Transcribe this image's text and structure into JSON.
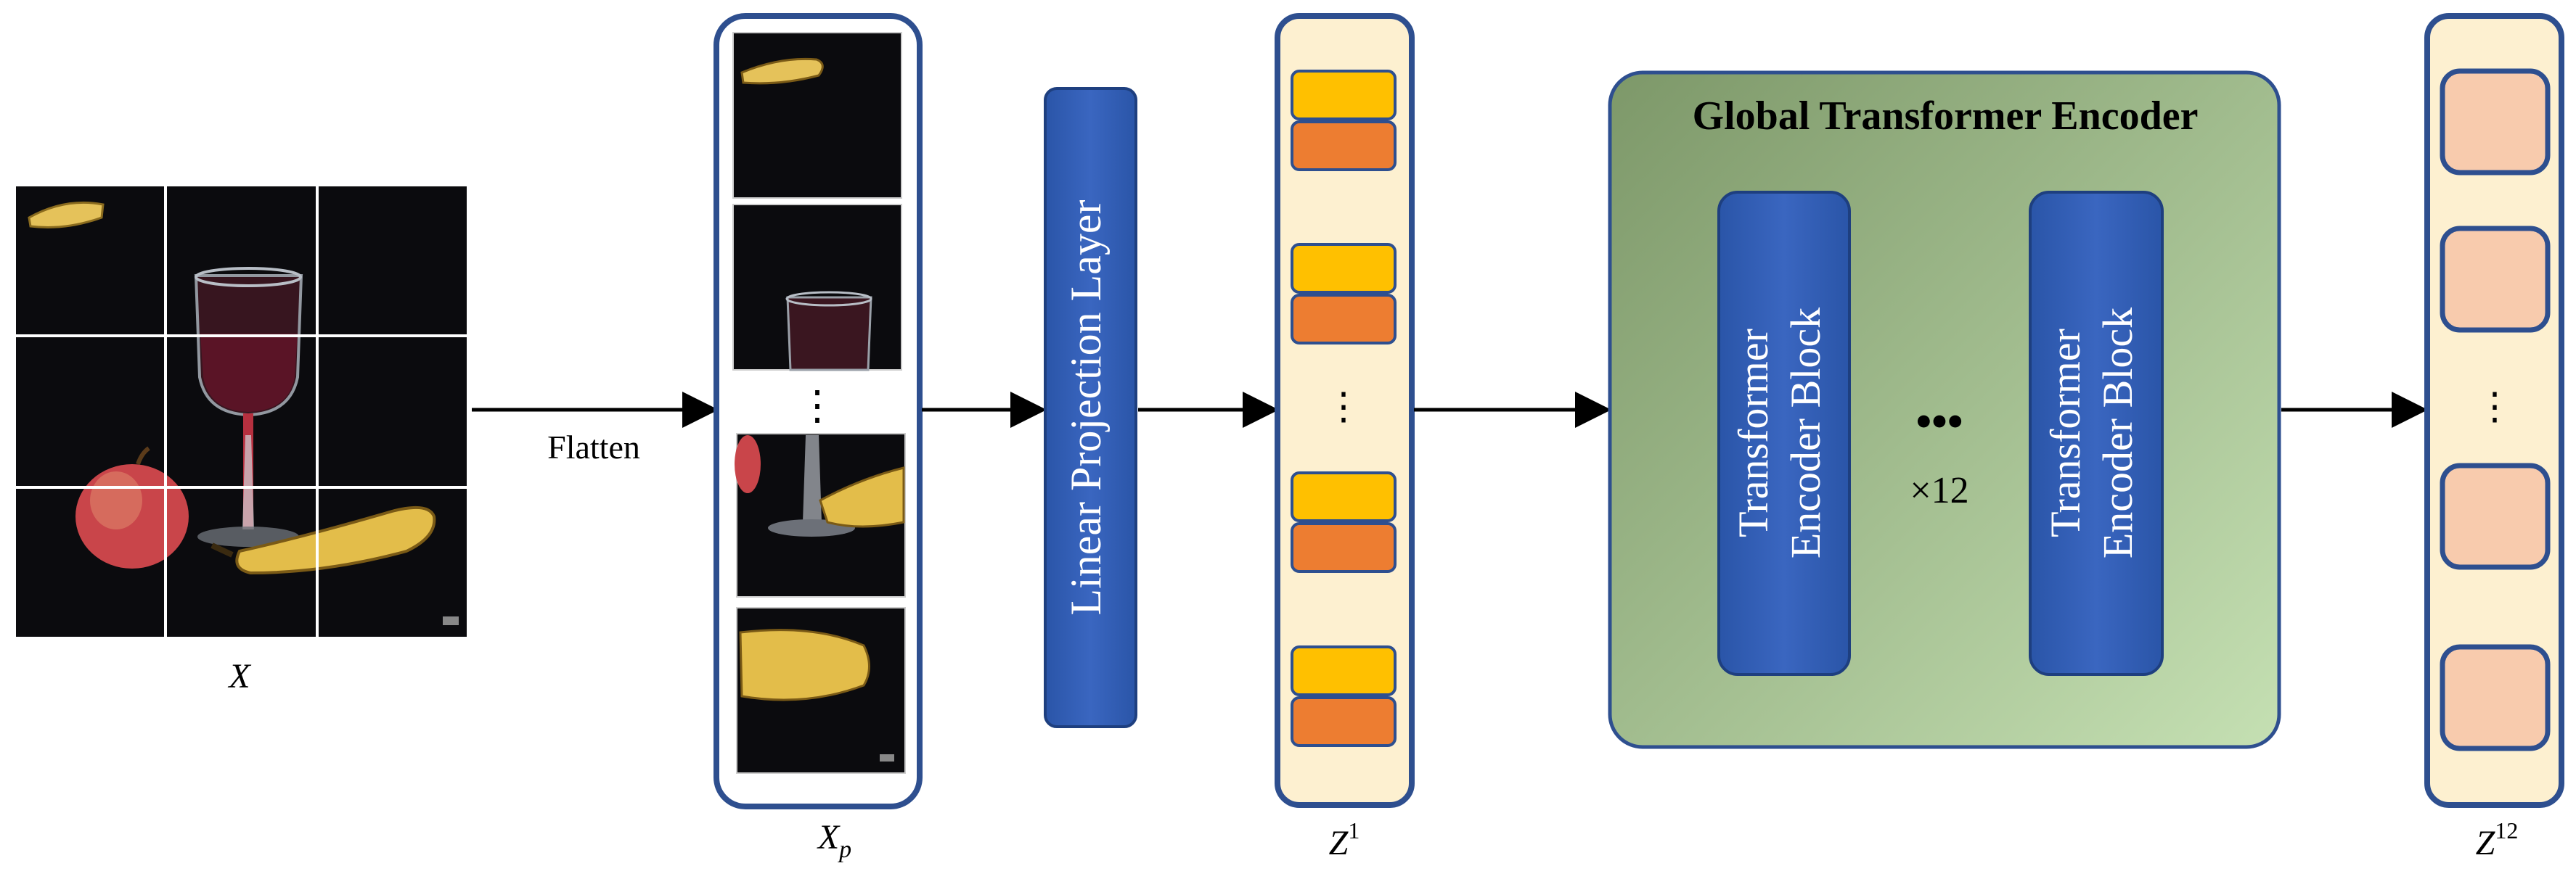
{
  "input_image": {
    "label_var": "X",
    "grid": "3x3",
    "objects": [
      "banana-slice",
      "wine-glass",
      "apple",
      "banana"
    ]
  },
  "flatten": {
    "label": "Flatten"
  },
  "patches": {
    "label_var": "X",
    "label_sub": "p",
    "ellipsis": "⋮"
  },
  "projection": {
    "label": "Linear Projection Layer"
  },
  "z1": {
    "label_var": "Z",
    "label_sup": "1",
    "ellipsis": "⋮"
  },
  "encoder": {
    "title": "Global Transformer Encoder",
    "block_line1": "Transformer",
    "block_line2": "Encoder Block",
    "dots": "•••",
    "repeat": "×12"
  },
  "z12": {
    "label_var": "Z",
    "label_sup": "12",
    "ellipsis": "⋮"
  },
  "colors": {
    "blue_box": "#2f5bb3",
    "blue_dark": "#1e3f7f",
    "column_bg": "#fdf0d0",
    "token_yellow": "#ffc000",
    "token_orange": "#ed7d31",
    "out_token": "#f8cbad",
    "encoder_bg_dark": "#7f9a6a",
    "encoder_bg_light": "#c6e0b4"
  }
}
